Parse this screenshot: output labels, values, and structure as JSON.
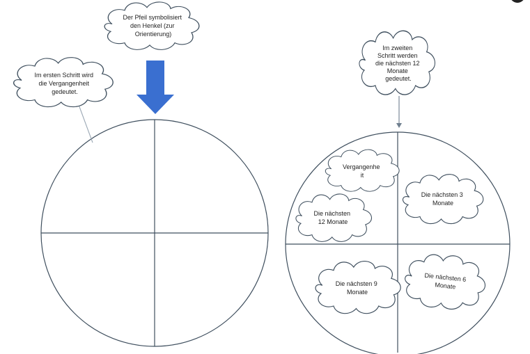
{
  "colors": {
    "arrow": "#3a6fd0",
    "stroke": "#3f4f5e",
    "text": "#222222"
  },
  "left_diagram": {
    "arrow_callout": [
      "Der Pfeil symbolisiert",
      "den Henkel (zur",
      "Orientierung)"
    ],
    "step1_callout": [
      "Im ersten Schritt wird",
      "die Vergangenheit",
      "gedeutet."
    ]
  },
  "right_diagram": {
    "step2_callout": [
      "Im zweiten",
      "Schritt werden",
      "die nächsten 12",
      "Monate",
      "gedeutet."
    ],
    "clouds": {
      "vergangenheit": [
        "Vergangenhe",
        "it"
      ],
      "next12": [
        "Die nächsten",
        "12 Monate"
      ],
      "next3": [
        "Die nächsten 3",
        "Monate"
      ],
      "next9": [
        "Die nächsten 9",
        "Monate"
      ],
      "next6": [
        "Die nächsten 6",
        "Monate"
      ]
    }
  }
}
